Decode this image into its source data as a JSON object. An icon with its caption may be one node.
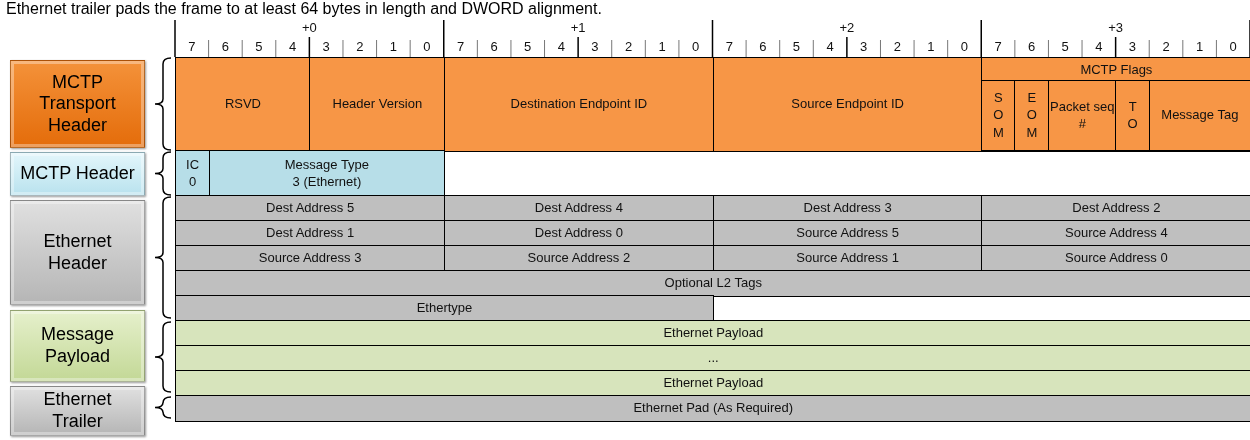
{
  "diagram": {
    "title": "Ethernet trailer pads the frame to at least 64 bytes in length and DWORD alignment.",
    "nodes": [
      {
        "text": [
          "MCTP Transport Header"
        ]
      },
      {
        "text": [
          "MCTP Header"
        ]
      },
      {
        "text": [
          "Ethernet Header"
        ]
      },
      {
        "text": [
          "Message Payload"
        ]
      },
      {
        "text": [
          "Ethernet Trailer"
        ]
      },
      {
        "text": [
          "RSVD"
        ]
      },
      {
        "text": [
          "Header Version"
        ]
      },
      {
        "text": [
          "Destination Endpoint ID"
        ]
      },
      {
        "text": [
          "Source Endpoint ID"
        ]
      },
      {
        "text": [
          "MCTP Flags"
        ]
      },
      {
        "text": [
          "S O M"
        ],
        "in": 9
      },
      {
        "text": [
          "E O M"
        ],
        "in": 9
      },
      {
        "text": [
          "Packet seq #"
        ],
        "in": 9
      },
      {
        "text": [
          "T O"
        ],
        "in": 9
      },
      {
        "text": [
          "Message Tag"
        ],
        "in": 9
      },
      {
        "text": [
          "IC 0"
        ]
      },
      {
        "text": [
          "Message Type",
          "3 (Ethernet)"
        ]
      },
      {
        "text": [
          "Dest Address 5"
        ]
      },
      {
        "text": [
          "Dest Address 4"
        ]
      },
      {
        "text": [
          "Dest Address 3"
        ]
      },
      {
        "text": [
          "Dest Address 2"
        ]
      },
      {
        "text": [
          "Dest Address 1"
        ]
      },
      {
        "text": [
          "Dest Address 0"
        ]
      },
      {
        "text": [
          "Source Address 5"
        ]
      },
      {
        "text": [
          "Source Address 4"
        ]
      },
      {
        "text": [
          "Source Address 3"
        ]
      },
      {
        "text": [
          "Source Address 2"
        ]
      },
      {
        "text": [
          "Source Address 1"
        ]
      },
      {
        "text": [
          "Source Address 0"
        ]
      },
      {
        "text": [
          "Optional L2 Tags"
        ]
      },
      {
        "text": [
          "Ethertype"
        ]
      },
      {
        "text": [
          "Ethernet Payload"
        ]
      },
      {
        "text": [
          "..."
        ]
      },
      {
        "text": [
          "Ethernet Payload"
        ]
      },
      {
        "text": [
          "Ethernet Pad (As Required)"
        ]
      }
    ],
    "labels": [
      "+0",
      "+1",
      "+2",
      "+3",
      "7",
      "6",
      "5",
      "4",
      "3",
      "2",
      "1",
      "0",
      "7",
      "6",
      "5",
      "4",
      "3",
      "2",
      "1",
      "0",
      "7",
      "6",
      "5",
      "4",
      "3",
      "2",
      "1",
      "0",
      "7",
      "6",
      "5",
      "4",
      "3",
      "2",
      "1",
      "0"
    ]
  }
}
